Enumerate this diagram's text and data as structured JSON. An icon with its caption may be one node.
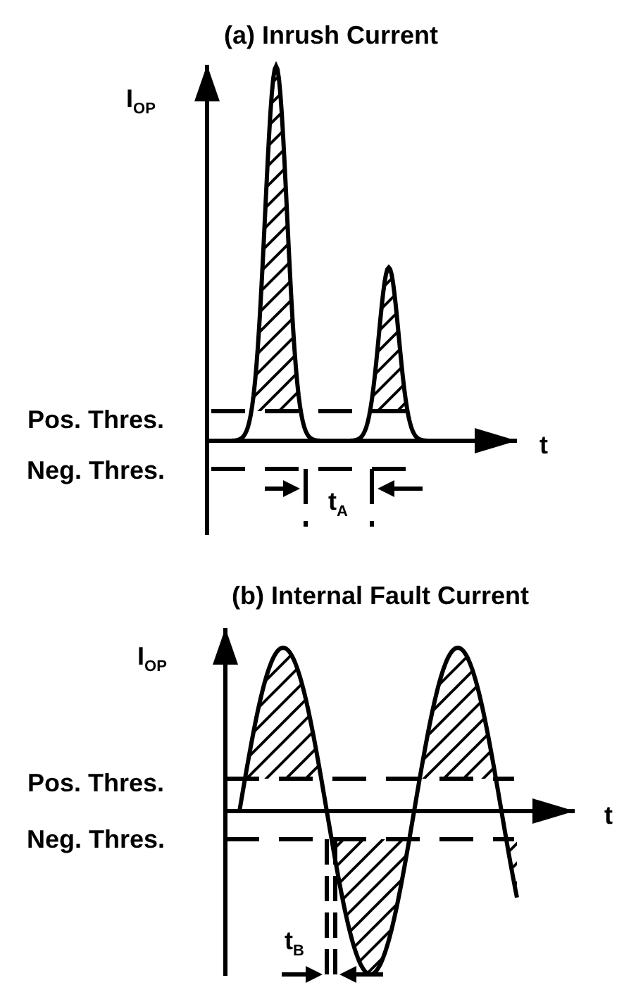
{
  "diagram": {
    "labels": [
      "(a) Inrush Current",
      "I$_{OP}$",
      "Pos. Thres.",
      "t",
      "Neg. Thres.",
      "t$_{A}$",
      "(b) Internal Fault Current",
      "I$_{OP}$",
      "Pos. Thres.",
      "t",
      "Neg. Thres.",
      "t$_{B}$"
    ]
  }
}
